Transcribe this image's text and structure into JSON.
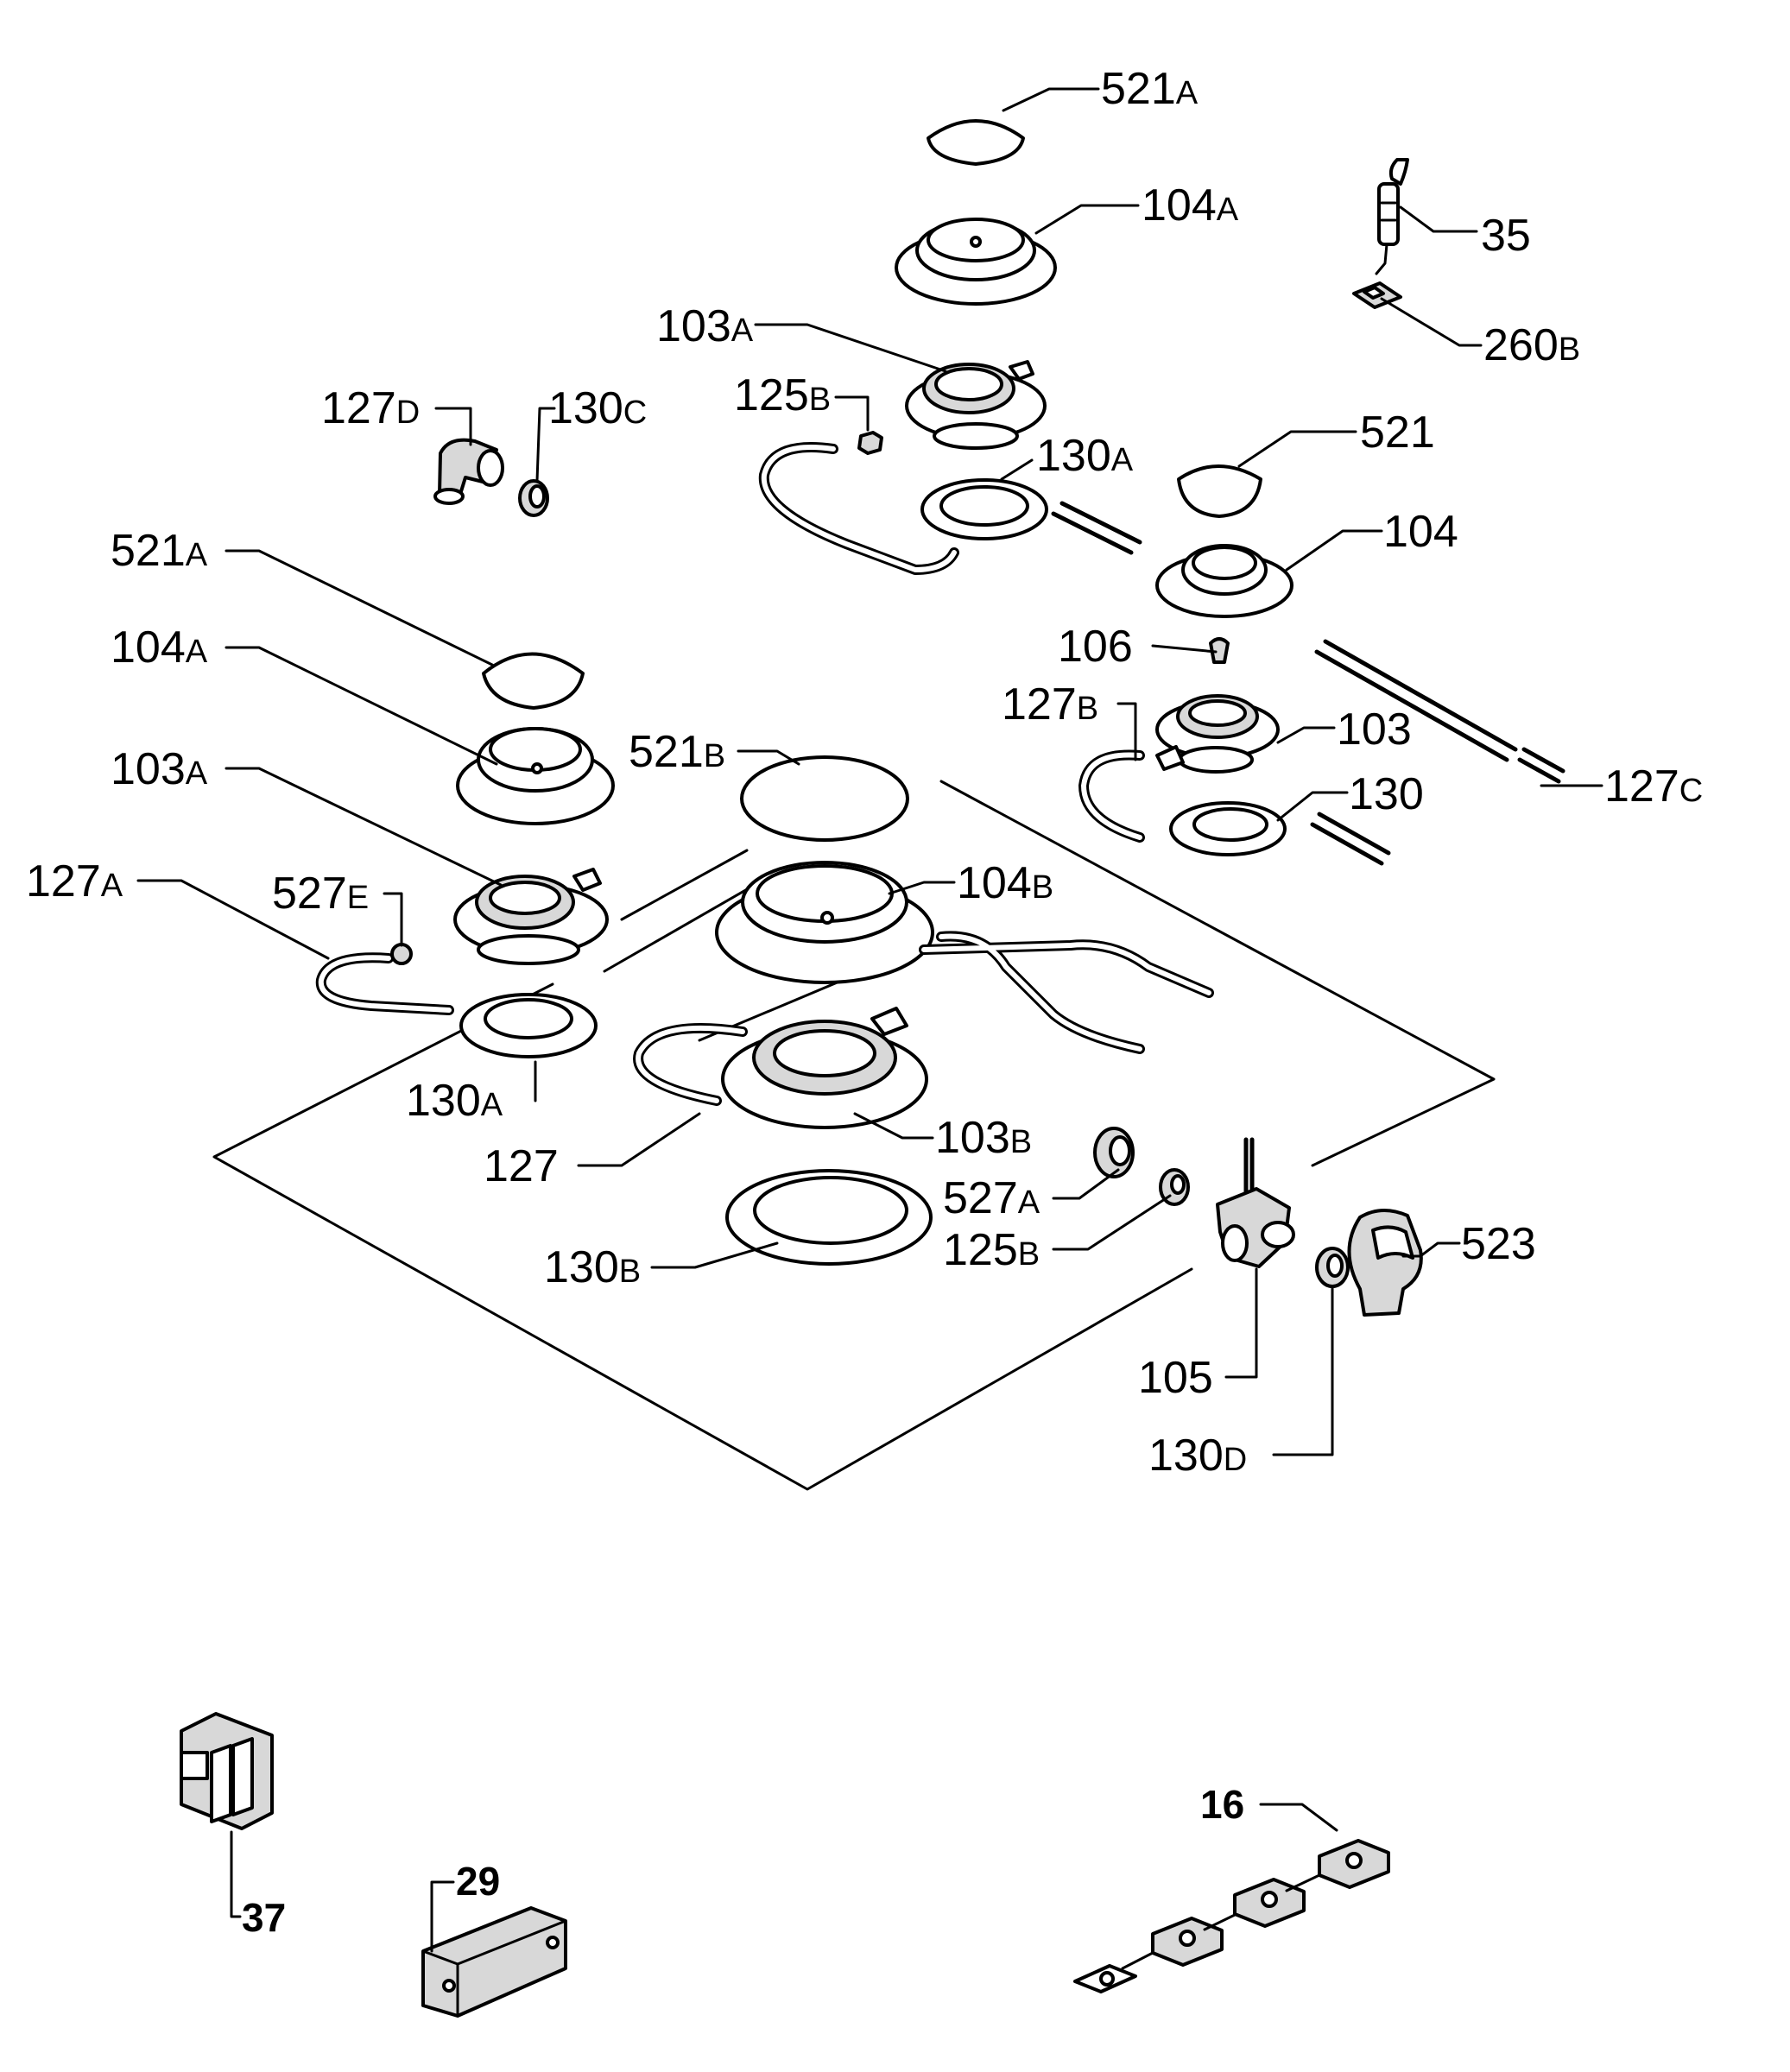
{
  "diagram": {
    "type": "exploded-parts-diagram",
    "labels": {
      "l521A_top": {
        "num": "521",
        "suf": "A"
      },
      "l104A_top": {
        "num": "104",
        "suf": "A"
      },
      "l35": {
        "num": "35",
        "suf": ""
      },
      "l260B": {
        "num": "260",
        "suf": "B"
      },
      "l103A_top": {
        "num": "103",
        "suf": "A"
      },
      "l125B_top": {
        "num": "125",
        "suf": "B"
      },
      "l127D": {
        "num": "127",
        "suf": "D"
      },
      "l130C": {
        "num": "130",
        "suf": "C"
      },
      "l130A_top": {
        "num": "130",
        "suf": "A"
      },
      "l521": {
        "num": "521",
        "suf": ""
      },
      "l104": {
        "num": "104",
        "suf": ""
      },
      "l521A_left": {
        "num": "521",
        "suf": "A"
      },
      "l104A_left": {
        "num": "104",
        "suf": "A"
      },
      "l106": {
        "num": "106",
        "suf": ""
      },
      "l127B": {
        "num": "127",
        "suf": "B"
      },
      "l103": {
        "num": "103",
        "suf": ""
      },
      "l521B": {
        "num": "521",
        "suf": "B"
      },
      "l103A_left": {
        "num": "103",
        "suf": "A"
      },
      "l127C": {
        "num": "127",
        "suf": "C"
      },
      "l130": {
        "num": "130",
        "suf": ""
      },
      "l127A": {
        "num": "127",
        "suf": "A"
      },
      "l527E": {
        "num": "527",
        "suf": "E"
      },
      "l104B": {
        "num": "104",
        "suf": "B"
      },
      "l130A_left": {
        "num": "130",
        "suf": "A"
      },
      "l127": {
        "num": "127",
        "suf": ""
      },
      "l103B": {
        "num": "103",
        "suf": "B"
      },
      "l527A": {
        "num": "527",
        "suf": "A"
      },
      "l125B_bottom": {
        "num": "125",
        "suf": "B"
      },
      "l523": {
        "num": "523",
        "suf": ""
      },
      "l130B": {
        "num": "130",
        "suf": "B"
      },
      "l105": {
        "num": "105",
        "suf": ""
      },
      "l130D": {
        "num": "130",
        "suf": "D"
      },
      "l16": {
        "num": "16",
        "suf": ""
      },
      "l37": {
        "num": "37",
        "suf": ""
      },
      "l29": {
        "num": "29",
        "suf": ""
      }
    }
  }
}
